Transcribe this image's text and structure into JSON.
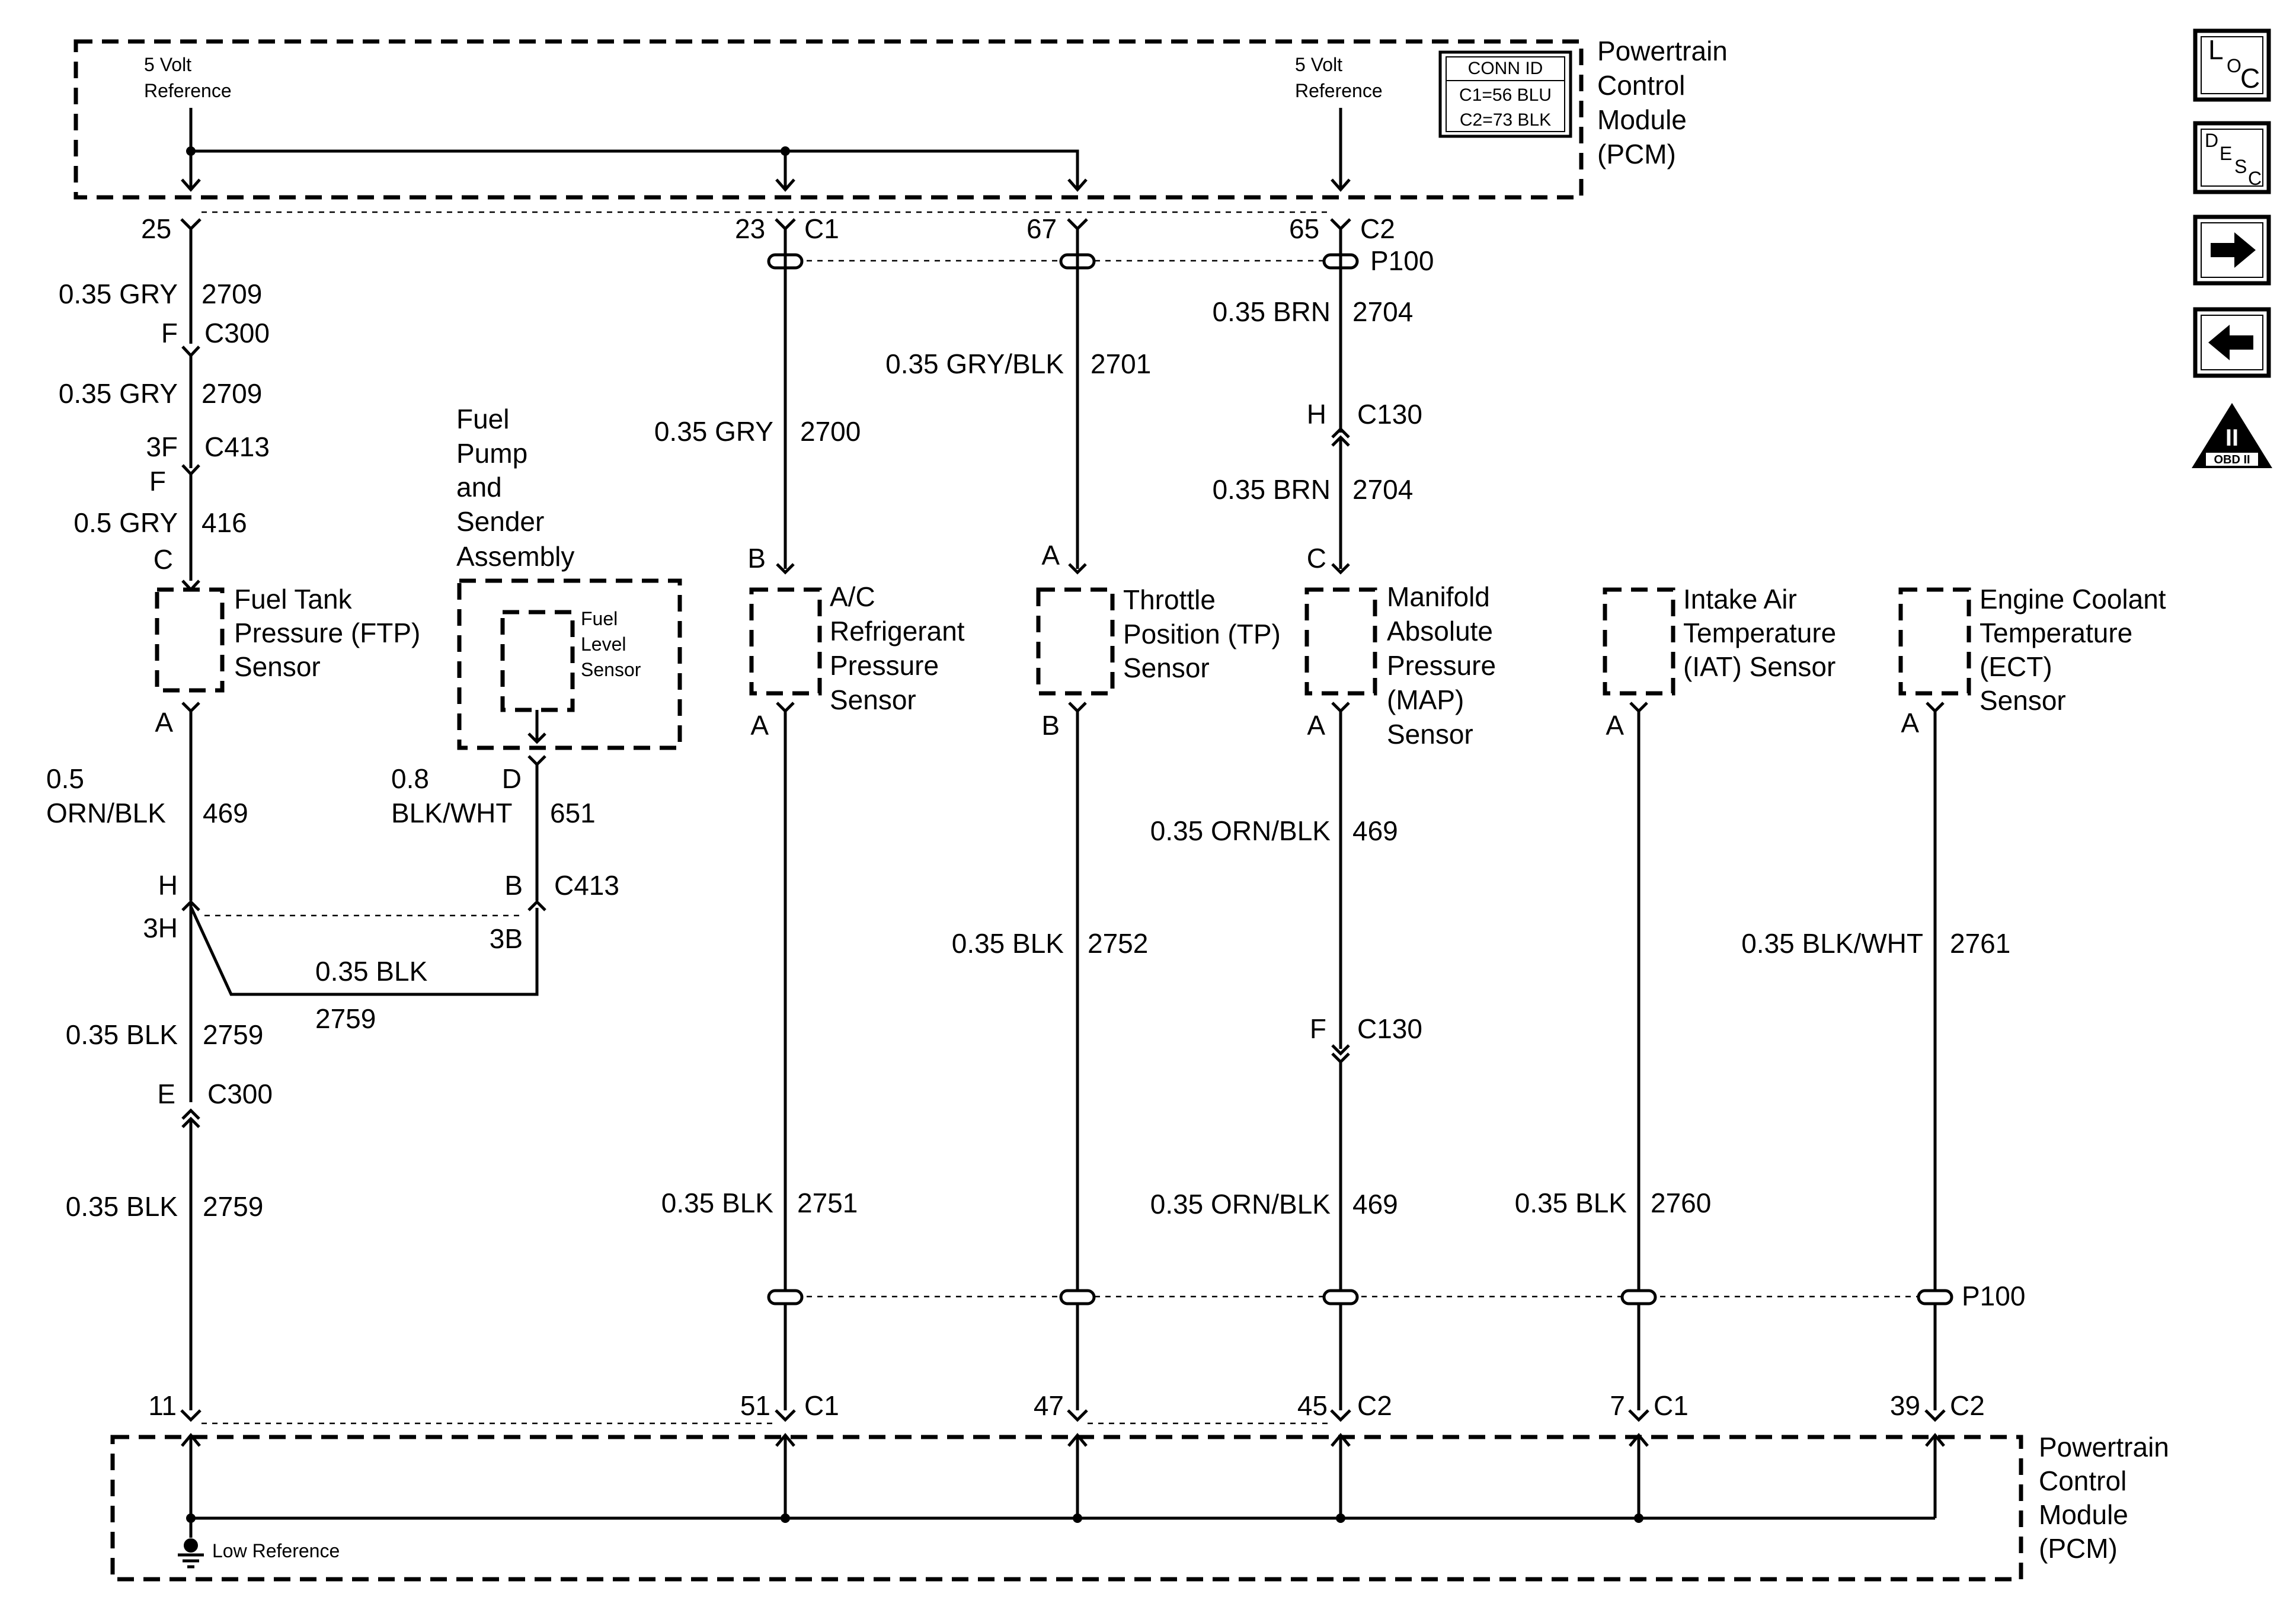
{
  "pcm": {
    "name_top": [
      "Powertrain",
      "Control",
      "Module",
      "(PCM)"
    ],
    "name_bottom": [
      "Powertrain",
      "Control",
      "Module",
      "(PCM)"
    ],
    "ref_left": [
      "5 Volt",
      "Reference"
    ],
    "ref_right": [
      "5 Volt",
      "Reference"
    ],
    "conn_id": {
      "title": "CONN ID",
      "c1": "C1=56 BLU",
      "c2": "C2=73 BLK"
    },
    "low_reference": "Low Reference"
  },
  "top_pins": {
    "p25": "25",
    "p23": "23",
    "c1": "C1",
    "p67": "67",
    "p65": "65",
    "c2": "C2",
    "p100": "P100"
  },
  "bottom_pins": {
    "p11": "11",
    "p51": "51",
    "c1a": "C1",
    "p47": "47",
    "p45": "45",
    "c2a": "C2",
    "p7": "7",
    "c1b": "C1",
    "p39": "39",
    "c2b": "C2",
    "p100": "P100"
  },
  "ftp_circuit": {
    "w1": "0.35 GRY",
    "c1": "2709",
    "pin_f": "F",
    "c300": "C300",
    "w2": "0.35 GRY",
    "c2": "2709",
    "pin_3f": "3F",
    "pin_f2": "F",
    "c413": "C413",
    "w3": "0.5 GRY",
    "c3": "416",
    "pin_c": "C",
    "sensor": [
      "Fuel Tank",
      "Pressure (FTP)",
      "Sensor"
    ],
    "pin_a": "A",
    "w4a": "0.5",
    "w4b": "ORN/BLK",
    "c4": "469",
    "pin_h": "H",
    "pin_3h": "3H",
    "w5": "0.35 BLK",
    "c5": "2759",
    "pin_e": "E",
    "c300b": "C300",
    "w6": "0.35 BLK",
    "c6": "2759"
  },
  "fuel_pump": {
    "name": [
      "Fuel",
      "Pump",
      "and",
      "Sender",
      "Assembly"
    ],
    "sensor": [
      "Fuel",
      "Level",
      "Sensor"
    ],
    "pin_d": "D",
    "w1a": "0.8",
    "w1b": "BLK/WHT",
    "c1": "651",
    "pin_b": "B",
    "c413": "C413",
    "pin_3b": "3B",
    "w2": "0.35 BLK",
    "c2": "2759"
  },
  "ac_sensor": {
    "w_top": "0.35 GRY",
    "c_top": "2700",
    "pin_b": "B",
    "name": [
      "A/C",
      "Refrigerant",
      "Pressure",
      "Sensor"
    ],
    "pin_a": "A",
    "w_bot": "0.35 BLK",
    "c_bot": "2751"
  },
  "tp_sensor": {
    "w_top": "0.35 GRY/BLK",
    "c_top": "2701",
    "pin_a": "A",
    "name": [
      "Throttle",
      "Position (TP)",
      "Sensor"
    ],
    "pin_b": "B",
    "w_bot": "0.35 BLK",
    "c_bot": "2752"
  },
  "map_sensor": {
    "w1": "0.35 BRN",
    "c1": "2704",
    "pin_h": "H",
    "c130": "C130",
    "w2": "0.35 BRN",
    "c2": "2704",
    "pin_c": "C",
    "name": [
      "Manifold",
      "Absolute",
      "Pressure",
      "(MAP)",
      "Sensor"
    ],
    "pin_a": "A",
    "w3": "0.35 ORN/BLK",
    "c3": "469",
    "pin_f": "F",
    "c130b": "C130",
    "w4": "0.35 ORN/BLK",
    "c4": "469"
  },
  "iat_sensor": {
    "name": [
      "Intake Air",
      "Temperature",
      "(IAT) Sensor"
    ],
    "pin_a": "A",
    "w": "0.35 BLK",
    "c": "2760"
  },
  "ect_sensor": {
    "name": [
      "Engine Coolant",
      "Temperature",
      "(ECT)",
      "Sensor"
    ],
    "pin_a": "A",
    "w": "0.35 BLK/WHT",
    "c": "2761"
  },
  "nav": {
    "loc": [
      "L",
      "O",
      "C"
    ],
    "desc": [
      "D",
      "E",
      "S",
      "C"
    ],
    "obd_numeral": "II",
    "obd_label": "OBD II"
  }
}
